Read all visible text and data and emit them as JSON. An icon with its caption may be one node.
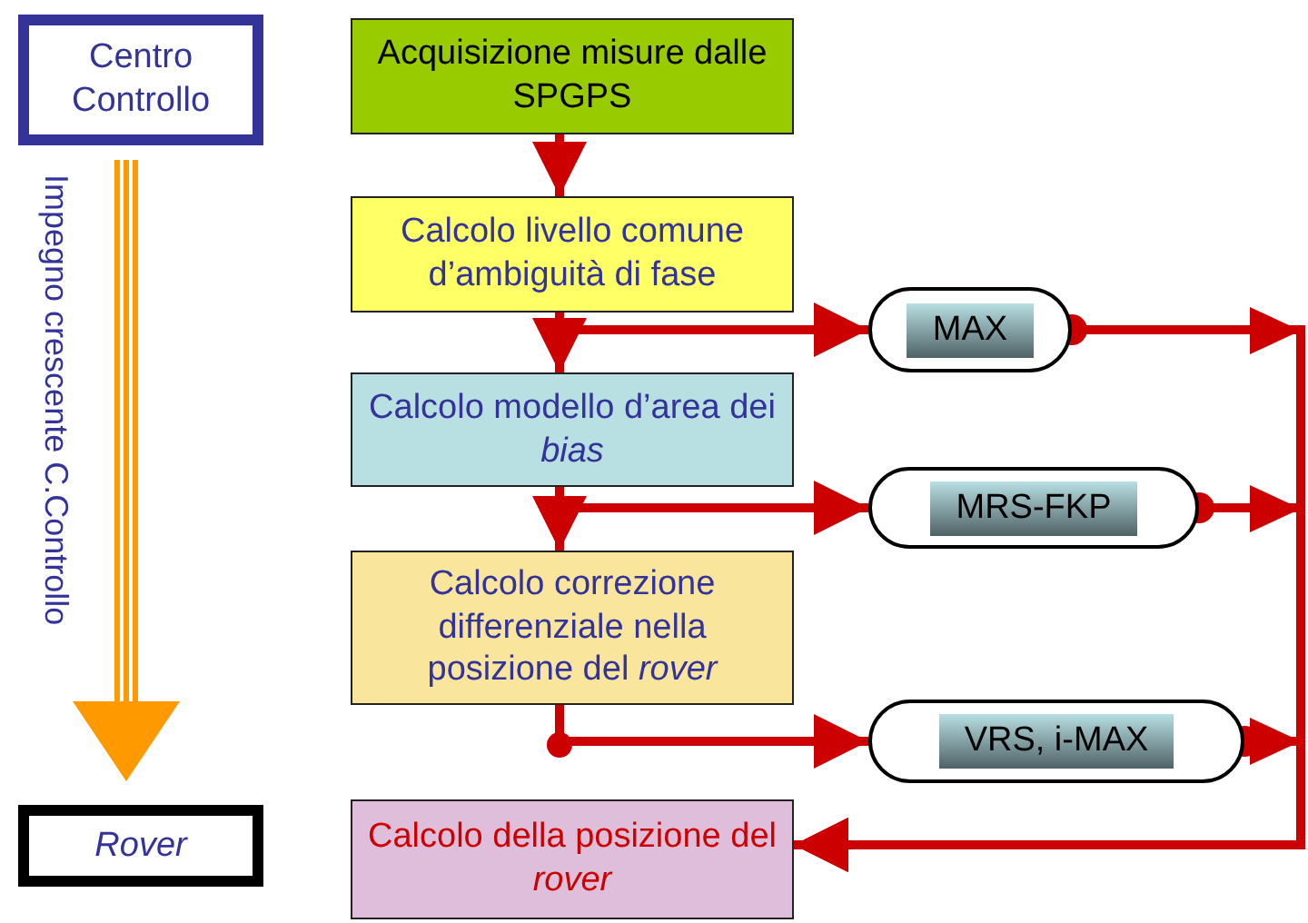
{
  "diagram": {
    "nodes": [
      {
        "text": [
          "Centro Controllo"
        ]
      },
      {
        "text": [
          "Rover"
        ]
      },
      {
        "text": [
          "Acquisizione misure dalle SPGPS"
        ]
      },
      {
        "text": [
          "Calcolo livello comune d’ambiguità di fase"
        ]
      },
      {
        "text": [
          "Calcolo modello d’area dei *bias*"
        ]
      },
      {
        "text": [
          "Calcolo correzione differenziale nella posizione del *rover*"
        ]
      },
      {
        "text": [
          "Calcolo della posizione del *rover*"
        ]
      },
      {
        "text": [
          "MAX"
        ]
      },
      {
        "text": [
          "MRS-FKP"
        ]
      },
      {
        "text": [
          "VRS, i-MAX"
        ]
      }
    ],
    "edges": [
      {
        "from": 2,
        "to": 3,
        "arrow": "to"
      },
      {
        "from": 3,
        "to": 4,
        "arrow": "to"
      },
      {
        "from": 3,
        "to": 7,
        "arrow": "to"
      },
      {
        "from": 4,
        "to": 5,
        "arrow": "to"
      },
      {
        "from": 4,
        "to": 8,
        "arrow": "to"
      },
      {
        "from": 5,
        "to": 9,
        "arrow": "to"
      },
      {
        "from": 7,
        "to": 6,
        "arrow": "to"
      },
      {
        "from": 8,
        "to": 6,
        "arrow": "to"
      },
      {
        "from": 9,
        "to": 6,
        "arrow": "to"
      }
    ],
    "labels": [
      "Impegno crescente C.Controllo"
    ]
  }
}
